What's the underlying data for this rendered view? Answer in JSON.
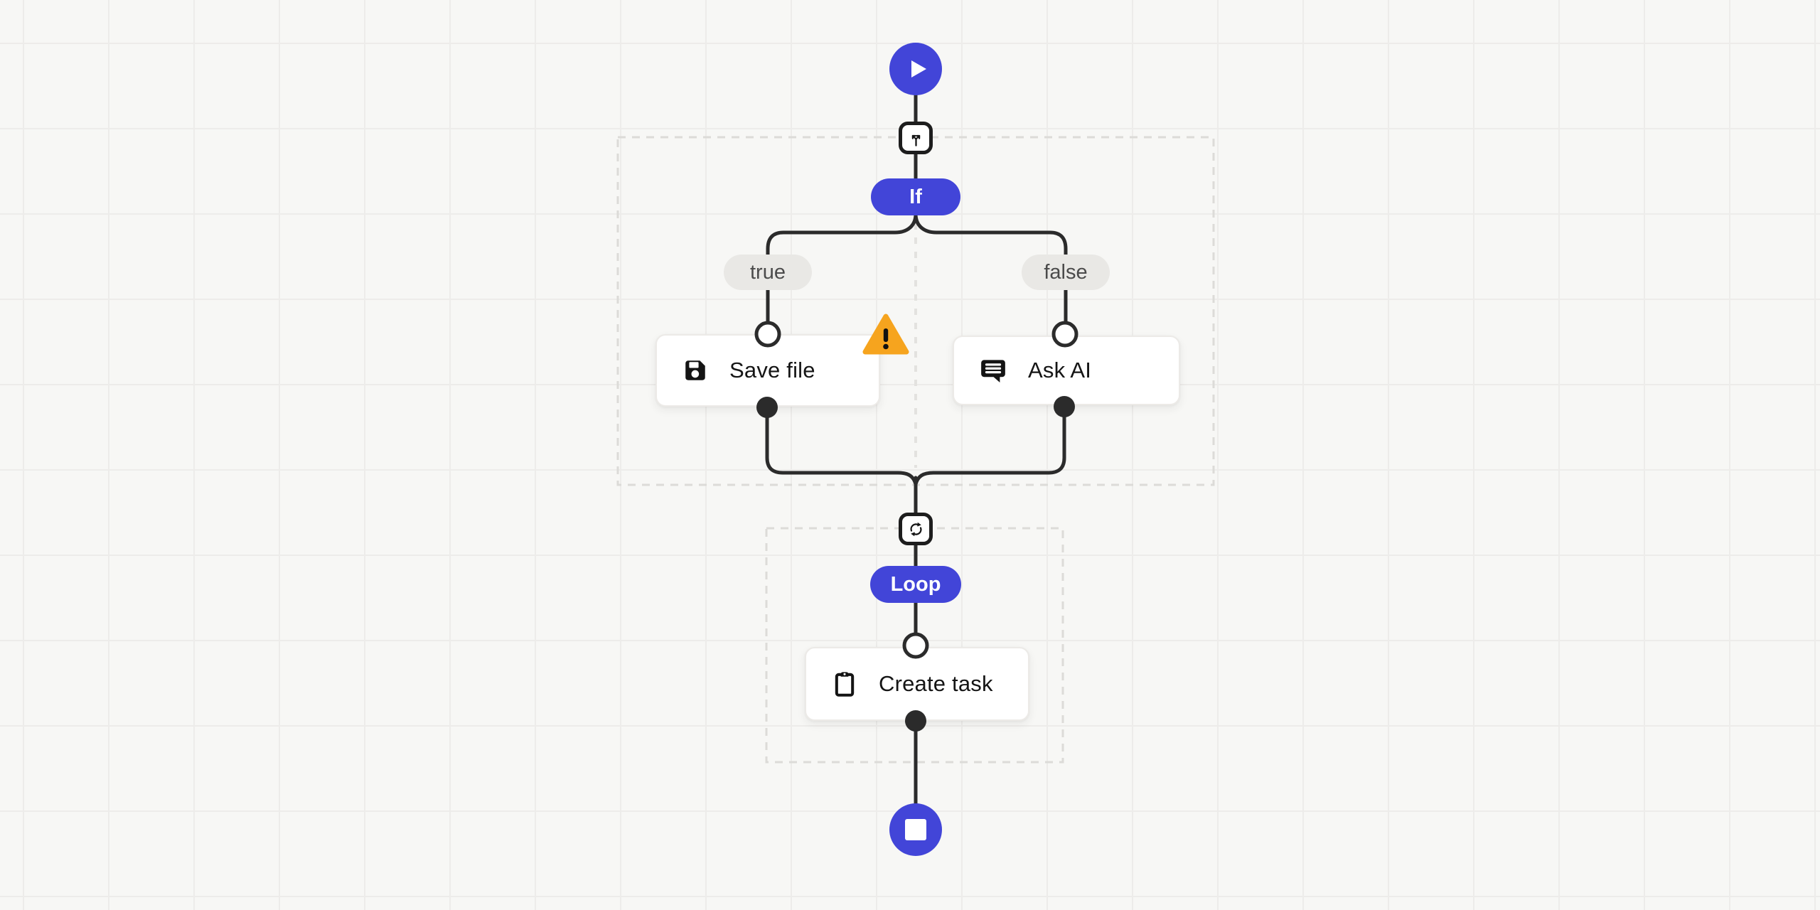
{
  "canvas": {
    "type": "workflow-editor-canvas",
    "grid": "square-120px"
  },
  "colors": {
    "accent_blue": "#4245d8",
    "edge": "#2b2b2b",
    "canvas_bg": "#f7f7f5",
    "grid_line": "#edecea",
    "card_bg": "#ffffff",
    "card_border": "#eceae7",
    "branch_pill_bg": "#e9e8e5",
    "branch_pill_text": "#4b4b4b",
    "warning_orange": "#f6a41e",
    "group_outline": "#dcdbd8",
    "node_outline": "#1d1d1d"
  },
  "workflow": {
    "start": {
      "icon": "play-icon"
    },
    "if": {
      "label": "If",
      "icon": "branch-split-icon",
      "true_label": "true",
      "false_label": "false"
    },
    "save_file": {
      "label": "Save file",
      "icon": "floppy-save-icon",
      "has_warning": true
    },
    "ask_ai": {
      "label": "Ask AI",
      "icon": "chat-message-icon"
    },
    "loop": {
      "label": "Loop",
      "icon": "loop-sync-icon"
    },
    "create_task": {
      "label": "Create task",
      "icon": "clipboard-icon"
    },
    "end": {
      "icon": "stop-icon"
    }
  }
}
